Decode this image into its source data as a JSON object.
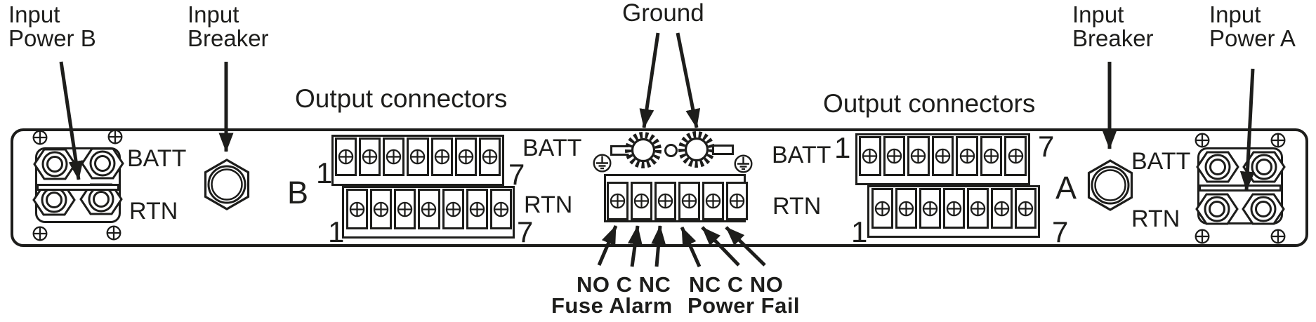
{
  "colors": {
    "line": "#1d1d1b",
    "background": "#ffffff"
  },
  "callouts": {
    "input_power_b": {
      "line1": "Input",
      "line2": "Power B"
    },
    "input_breaker_left": {
      "line1": "Input",
      "line2": "Breaker"
    },
    "output_connectors_left": "Output connectors",
    "ground": "Ground",
    "output_connectors_right": "Output connectors",
    "input_breaker_right": {
      "line1": "Input",
      "line2": "Breaker"
    },
    "input_power_a": {
      "line1": "Input",
      "line2": "Power A"
    }
  },
  "input_block_b": {
    "top": "BATT",
    "bottom": "RTN"
  },
  "input_block_a": {
    "top": "BATT",
    "bottom": "RTN"
  },
  "output_b": {
    "letter": "B",
    "batt": "BATT",
    "rtn": "RTN",
    "row_first": "1",
    "row_last": "7",
    "terminals_per_row": 7
  },
  "output_a": {
    "letter": "A",
    "batt": "BATT",
    "rtn": "RTN",
    "row_first": "1",
    "row_last": "7",
    "terminals_per_row": 7
  },
  "alarm_block": {
    "terminals": 6,
    "fuse_contacts": "NO C NC",
    "power_contacts": "NC C NO",
    "fuse_label": "Fuse Alarm",
    "power_label": "Power Fail"
  },
  "icons": {
    "screw": "phillips-screw-icon",
    "hex_terminal": "hex-nut-terminal-icon",
    "breaker": "breaker-hex-icon",
    "thumbscrew": "knurled-thumbscrew-icon",
    "ground_symbol": "earth-ground-icon"
  }
}
